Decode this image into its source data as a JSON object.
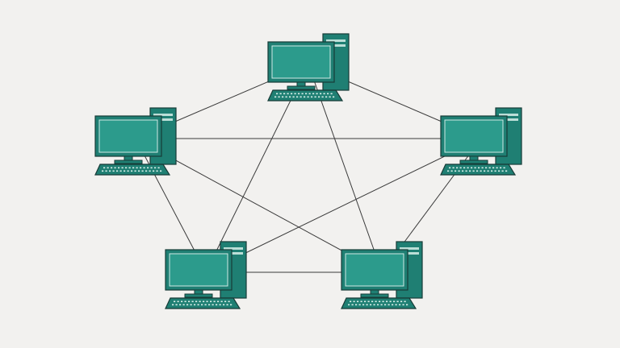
{
  "diagram": {
    "type": "network-topology",
    "topology": "full-mesh",
    "colors": {
      "background": "#f2f1ef",
      "link": "#3b3b3b",
      "device_fill": "#1f7f73",
      "device_outline": "#173b37",
      "screen_fill": "#2c9b8c",
      "screen_outline": "#cfe9e4",
      "keyboard_key": "#d7efe9"
    },
    "nodes": [
      {
        "id": "top",
        "icon": "desktop-computer-icon"
      },
      {
        "id": "left",
        "icon": "desktop-computer-icon"
      },
      {
        "id": "right",
        "icon": "desktop-computer-icon"
      },
      {
        "id": "bottom-left",
        "icon": "desktop-computer-icon"
      },
      {
        "id": "bottom-right",
        "icon": "desktop-computer-icon"
      }
    ],
    "links": [
      [
        "top",
        "left"
      ],
      [
        "top",
        "right"
      ],
      [
        "top",
        "bottom-left"
      ],
      [
        "top",
        "bottom-right"
      ],
      [
        "left",
        "right"
      ],
      [
        "left",
        "bottom-left"
      ],
      [
        "left",
        "bottom-right"
      ],
      [
        "right",
        "bottom-left"
      ],
      [
        "right",
        "bottom-right"
      ],
      [
        "bottom-left",
        "bottom-right"
      ]
    ]
  }
}
